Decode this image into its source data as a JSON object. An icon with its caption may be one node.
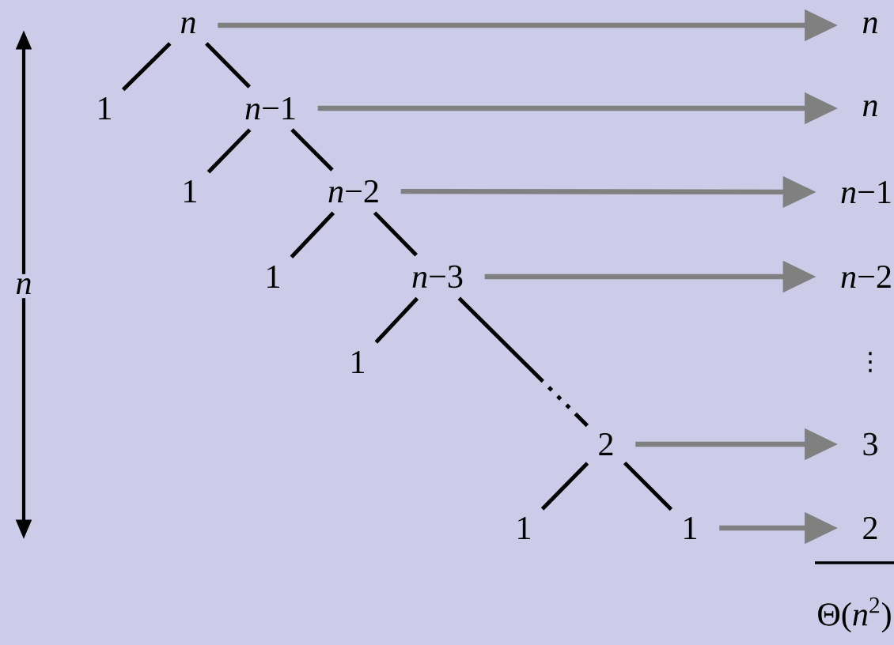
{
  "diagram": {
    "nodes": [
      {
        "text": [
          "n"
        ]
      },
      {
        "text": [
          "1"
        ]
      },
      {
        "text": [
          "*n*−1"
        ]
      },
      {
        "text": [
          "1"
        ]
      },
      {
        "text": [
          "*n*−2"
        ]
      },
      {
        "text": [
          "1"
        ]
      },
      {
        "text": [
          "*n*−3"
        ]
      },
      {
        "text": [
          "1"
        ]
      },
      {
        "text": [
          "2"
        ]
      },
      {
        "text": [
          "1"
        ]
      },
      {
        "text": [
          "1"
        ]
      },
      {
        "text": [
          "n"
        ]
      },
      {
        "text": [
          "n"
        ]
      },
      {
        "text": [
          "*n*−1"
        ]
      },
      {
        "text": [
          "*n*−2"
        ]
      },
      {
        "text": [
          "3"
        ]
      },
      {
        "text": [
          "2"
        ]
      }
    ],
    "edges": [
      {
        "from": 0,
        "to": 1,
        "arrow": "none"
      },
      {
        "from": 0,
        "to": 2,
        "arrow": "none"
      },
      {
        "from": 2,
        "to": 3,
        "arrow": "none"
      },
      {
        "from": 2,
        "to": 4,
        "arrow": "none"
      },
      {
        "from": 4,
        "to": 5,
        "arrow": "none"
      },
      {
        "from": 4,
        "to": 6,
        "arrow": "none"
      },
      {
        "from": 6,
        "to": 7,
        "arrow": "none"
      },
      {
        "from": 6,
        "to": 8,
        "arrow": "none",
        "style": "dashed"
      },
      {
        "from": 8,
        "to": 9,
        "arrow": "none"
      },
      {
        "from": 8,
        "to": 10,
        "arrow": "none"
      },
      {
        "from": 0,
        "to": 11,
        "arrow": "to",
        "color": "#808080"
      },
      {
        "from": 2,
        "to": 12,
        "arrow": "to",
        "color": "#808080"
      },
      {
        "from": 4,
        "to": 13,
        "arrow": "to",
        "color": "#808080"
      },
      {
        "from": 6,
        "to": 14,
        "arrow": "to",
        "color": "#808080"
      },
      {
        "from": 8,
        "to": 15,
        "arrow": "to",
        "color": "#808080"
      },
      {
        "from": 10,
        "to": 16,
        "arrow": "to",
        "color": "#808080"
      }
    ],
    "labels": [
      "n",
      "⋮",
      "Θ(*n*$^{2}$)"
    ]
  }
}
